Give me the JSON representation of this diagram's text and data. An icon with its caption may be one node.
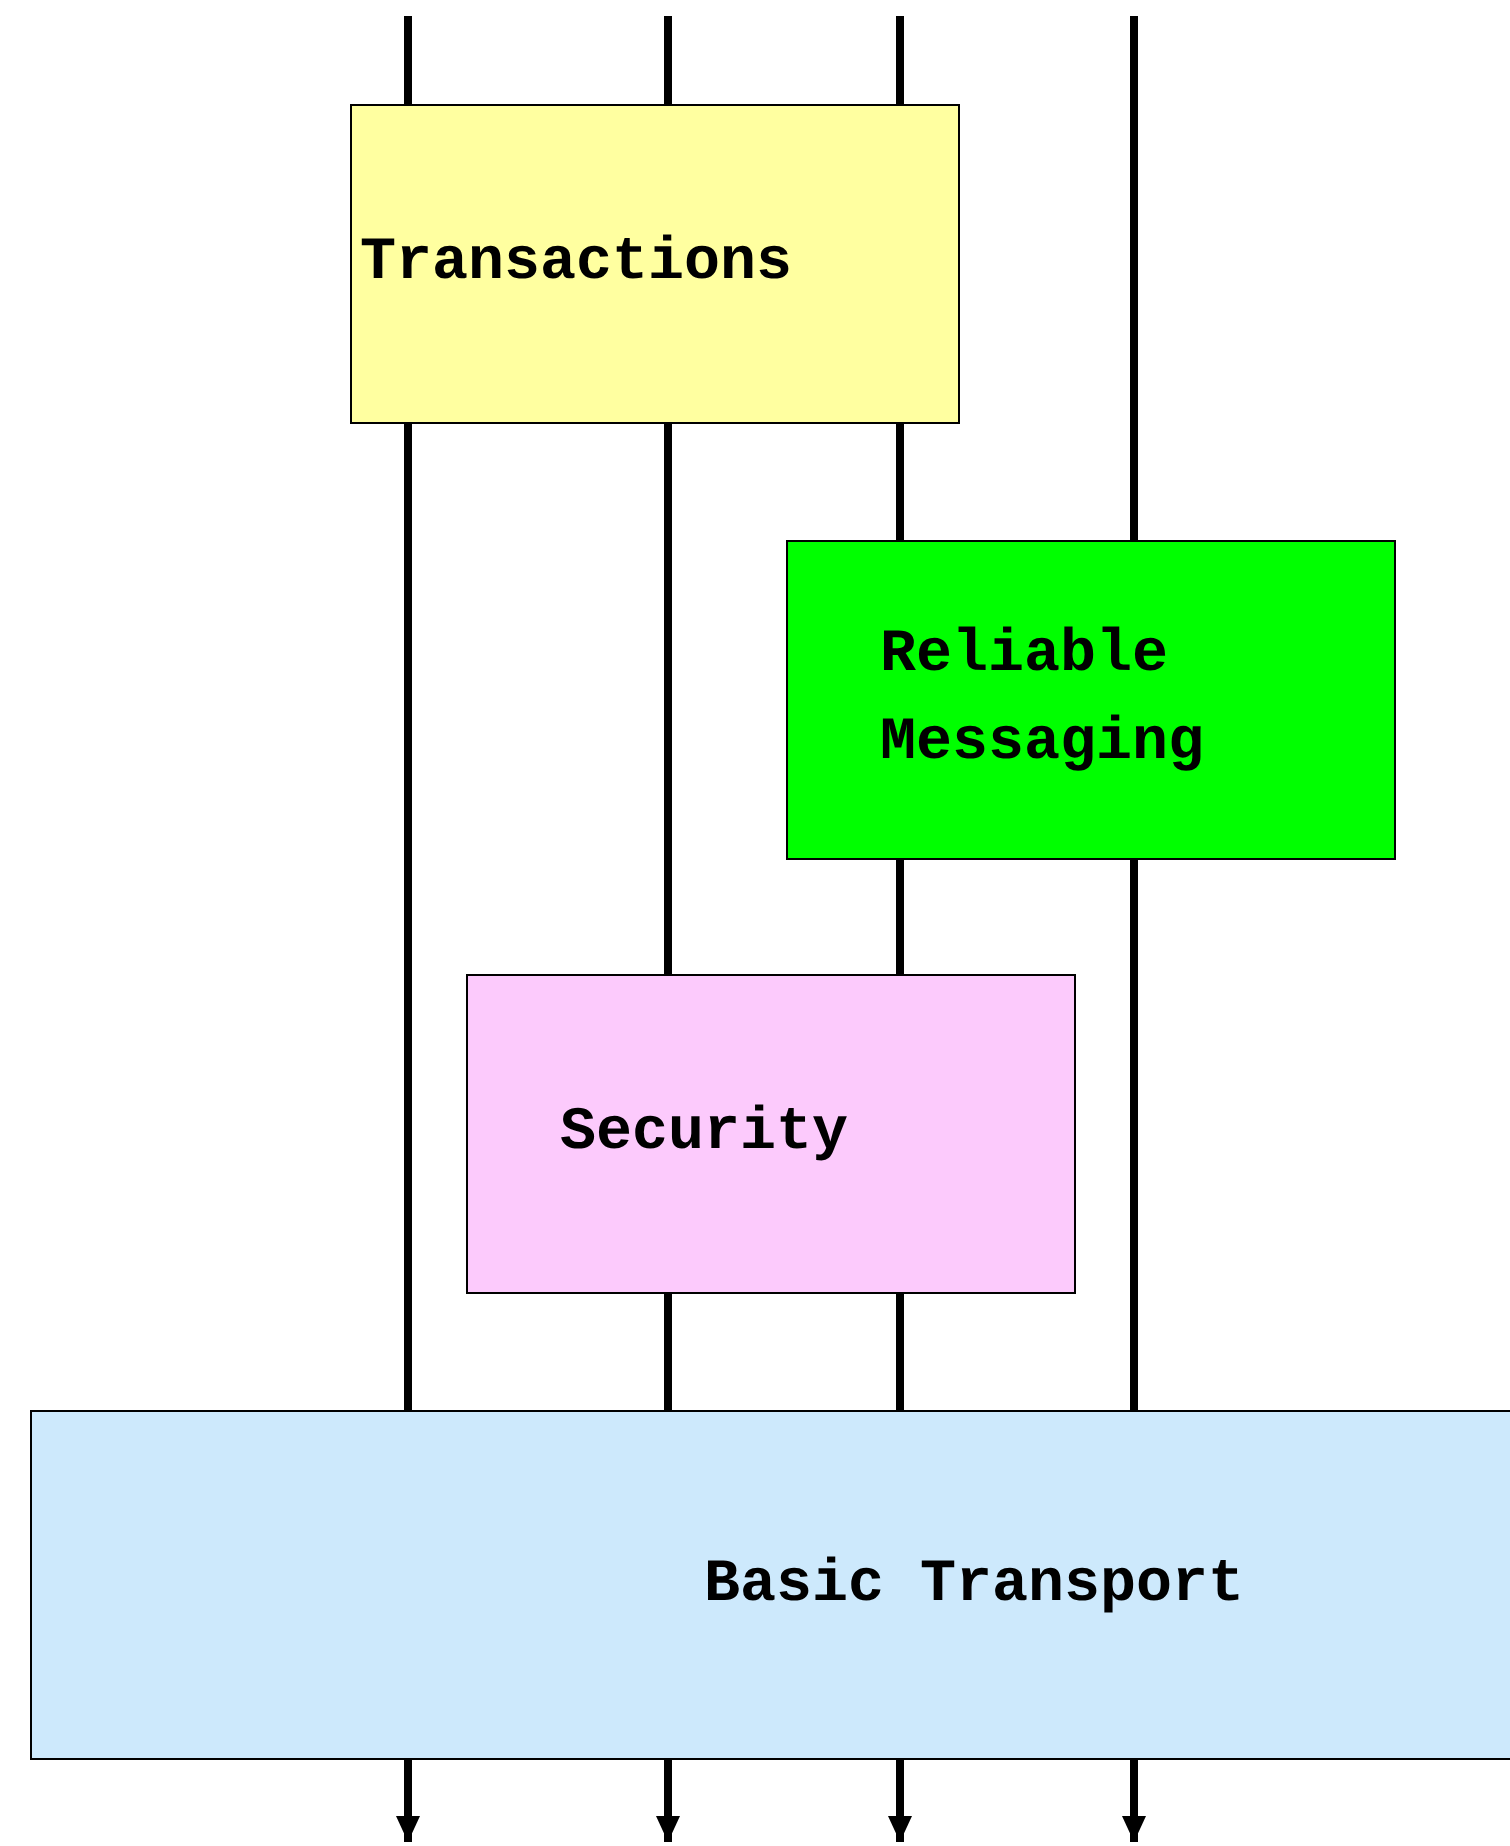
{
  "diagram": {
    "nodes": [
      {
        "text": [
          "Transactions"
        ]
      },
      {
        "text": [
          "Reliable Messaging"
        ]
      },
      {
        "text": [
          "Security"
        ]
      },
      {
        "text": [
          "Basic Transport"
        ]
      }
    ],
    "edges": [
      {
        "from": null,
        "to": 0,
        "arrow": "none"
      },
      {
        "from": null,
        "to": 0,
        "arrow": "none"
      },
      {
        "from": null,
        "to": 0,
        "arrow": "none"
      },
      {
        "from": null,
        "to": 1,
        "arrow": "none"
      },
      {
        "from": 0,
        "to": 3,
        "arrow": "none"
      },
      {
        "from": 0,
        "to": 2,
        "arrow": "none"
      },
      {
        "from": 0,
        "to": 1,
        "arrow": "none"
      },
      {
        "from": 1,
        "to": 2,
        "arrow": "none"
      },
      {
        "from": 1,
        "to": 3,
        "arrow": "none"
      },
      {
        "from": 2,
        "to": 3,
        "arrow": "none"
      },
      {
        "from": 2,
        "to": 3,
        "arrow": "none"
      },
      {
        "from": 3,
        "to": null,
        "arrow": "to"
      },
      {
        "from": 3,
        "to": null,
        "arrow": "to"
      },
      {
        "from": 3,
        "to": null,
        "arrow": "to"
      },
      {
        "from": 3,
        "to": null,
        "arrow": "to"
      }
    ]
  }
}
